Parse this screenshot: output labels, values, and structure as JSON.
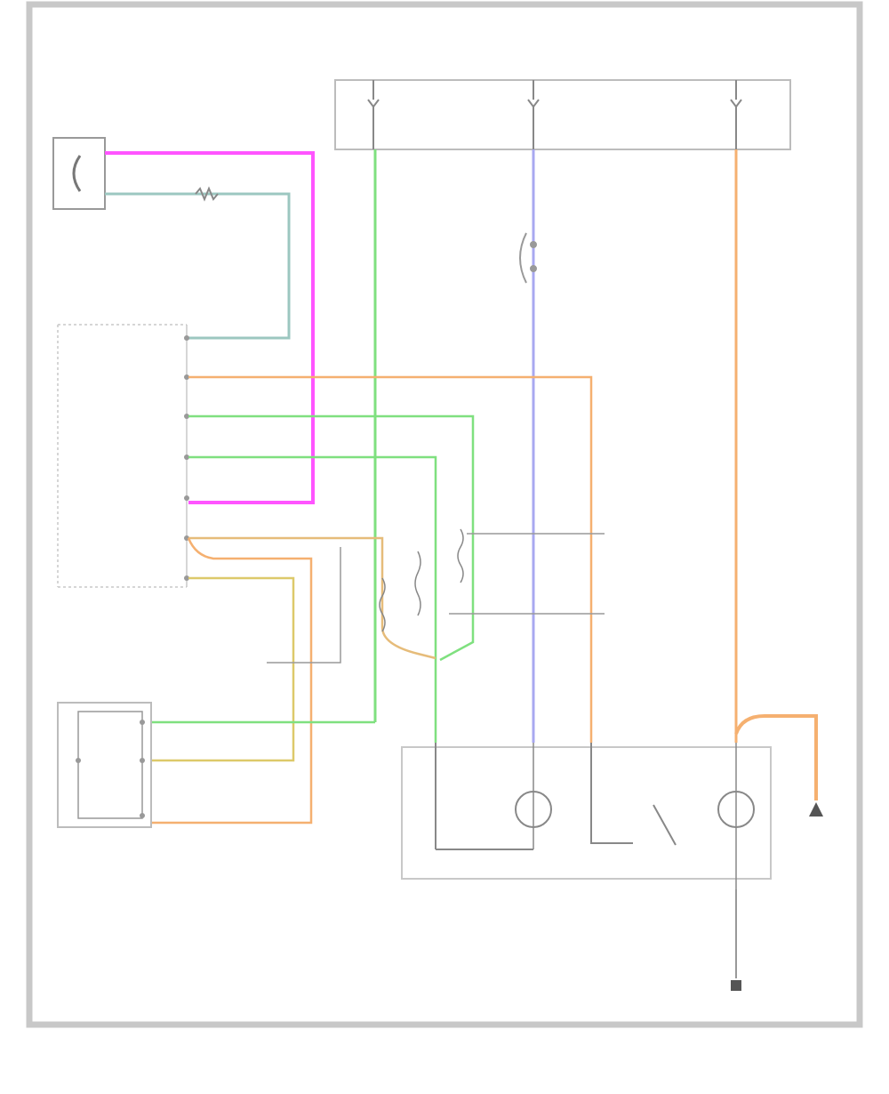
{
  "diagram": {
    "title_note": "",
    "figure_code": "",
    "wire_colors": {
      "magenta": "#ff55ff",
      "green": "#7fe07f",
      "blue": "#a8a8f0",
      "orange": "#f5b070",
      "tan": "#e6bc7a",
      "yellow": "#ddc96a",
      "teal": "#9cc7c0",
      "frame": "#bdbdbd",
      "line": "#777777"
    },
    "components": [
      {
        "id": "fuse-block",
        "label": ""
      },
      {
        "id": "tcm",
        "label": ""
      },
      {
        "id": "speed-sensor",
        "label": ""
      },
      {
        "id": "range-sensor",
        "label": ""
      },
      {
        "id": "shift-assembly",
        "label": ""
      },
      {
        "id": "lamp-switch",
        "label": ""
      },
      {
        "id": "ground-g",
        "label": ""
      }
    ],
    "tcm_pins": [
      {
        "label": "",
        "color": "teal"
      },
      {
        "label": "",
        "color": "orange"
      },
      {
        "label": "",
        "color": "green"
      },
      {
        "label": "",
        "color": "green"
      },
      {
        "label": "",
        "color": "magenta"
      },
      {
        "label": "",
        "color": "tan"
      },
      {
        "label": "",
        "color": "yellow"
      }
    ]
  }
}
